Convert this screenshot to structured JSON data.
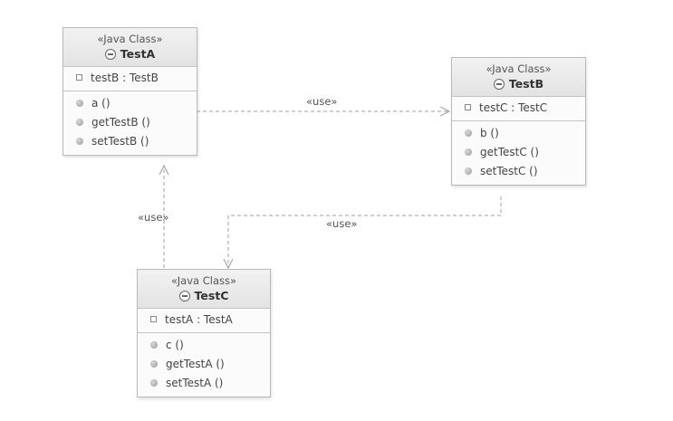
{
  "classes": {
    "testA": {
      "stereotype": "«Java Class»",
      "name": "TestA",
      "fields": [
        "testB : TestB"
      ],
      "methods": [
        "a ()",
        "getTestB ()",
        "setTestB ()"
      ]
    },
    "testB": {
      "stereotype": "«Java Class»",
      "name": "TestB",
      "fields": [
        "testC : TestC"
      ],
      "methods": [
        "b ()",
        "getTestC ()",
        "setTestC ()"
      ]
    },
    "testC": {
      "stereotype": "«Java Class»",
      "name": "TestC",
      "fields": [
        "testA : TestA"
      ],
      "methods": [
        "c ()",
        "getTestA ()",
        "setTestA ()"
      ]
    }
  },
  "edges": {
    "a_to_b": "«use»",
    "b_to_c": "«use»",
    "c_to_a": "«use»"
  },
  "colors": {
    "edge": "#9a9a9a",
    "header": "#e8e8e8"
  }
}
